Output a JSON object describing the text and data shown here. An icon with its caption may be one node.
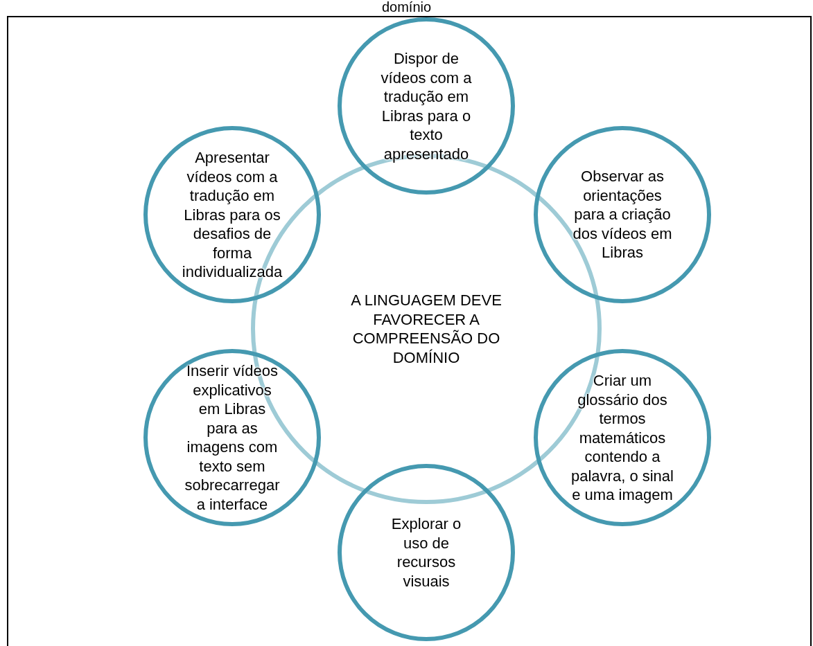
{
  "diagram": {
    "nodes": [
      {
        "text": [
          "A LINGUAGEM DEVE FAVORECER A COMPREENSÃO DO DOMÍNIO"
        ]
      },
      {
        "text": [
          "Dispor de vídeos com a tradução em Libras para o texto apresentado"
        ]
      },
      {
        "text": [
          "Observar as orientações para a criação dos vídeos em Libras"
        ]
      },
      {
        "text": [
          "Criar um glossário dos termos matemáticos contendo a palavra, o sinal e uma imagem"
        ]
      },
      {
        "text": [
          "Explorar o uso de recursos visuais"
        ]
      },
      {
        "text": [
          "Inserir vídeos explicativos em Libras para as imagens com texto sem sobrecarregar a interface"
        ]
      },
      {
        "text": [
          "Apresentar vídeos com a tradução em Libras para os desafios de forma individualizada"
        ]
      }
    ],
    "labels": [
      "domínio"
    ]
  }
}
